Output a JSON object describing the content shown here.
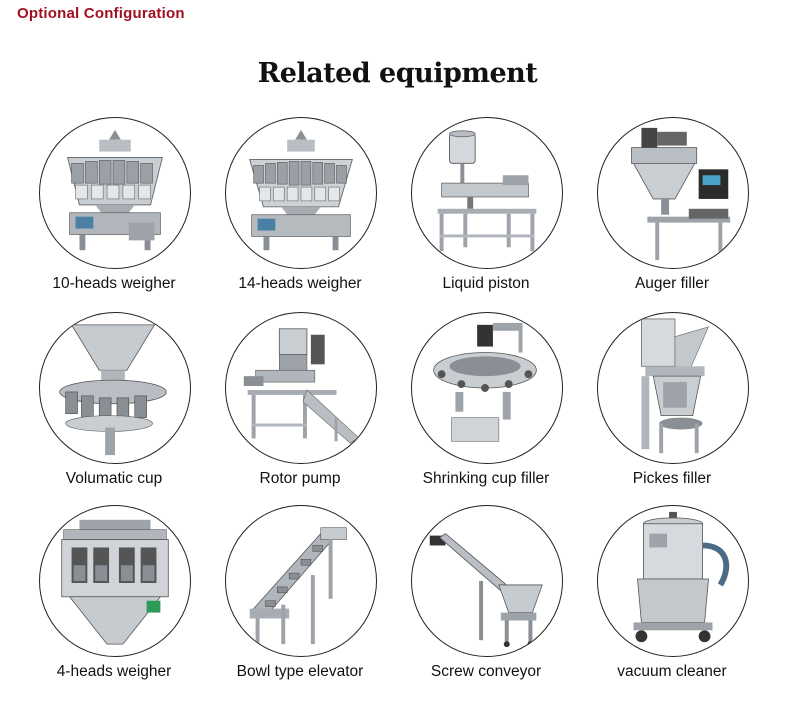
{
  "header": {
    "label": "Optional Configuration"
  },
  "title": "Related equipment",
  "items": [
    {
      "label": "10-heads weigher",
      "icon": "multihead-weigher-icon"
    },
    {
      "label": "14-heads weigher",
      "icon": "multihead-weigher-icon"
    },
    {
      "label": "Liquid piston",
      "icon": "liquid-piston-filler-icon"
    },
    {
      "label": "Auger filler",
      "icon": "auger-filler-icon"
    },
    {
      "label": "Volumatic cup",
      "icon": "volumetric-cup-filler-icon"
    },
    {
      "label": "Rotor pump",
      "icon": "rotor-pump-icon"
    },
    {
      "label": "Shrinking cup filler",
      "icon": "shrinking-cup-filler-icon"
    },
    {
      "label": "Pickes filler",
      "icon": "pickles-filler-icon"
    },
    {
      "label": "4-heads weigher",
      "icon": "linear-weigher-icon"
    },
    {
      "label": "Bowl type elevator",
      "icon": "bucket-elevator-icon"
    },
    {
      "label": "Screw conveyor",
      "icon": "screw-conveyor-icon"
    },
    {
      "label": "vacuum cleaner",
      "icon": "vacuum-cleaner-icon"
    }
  ]
}
